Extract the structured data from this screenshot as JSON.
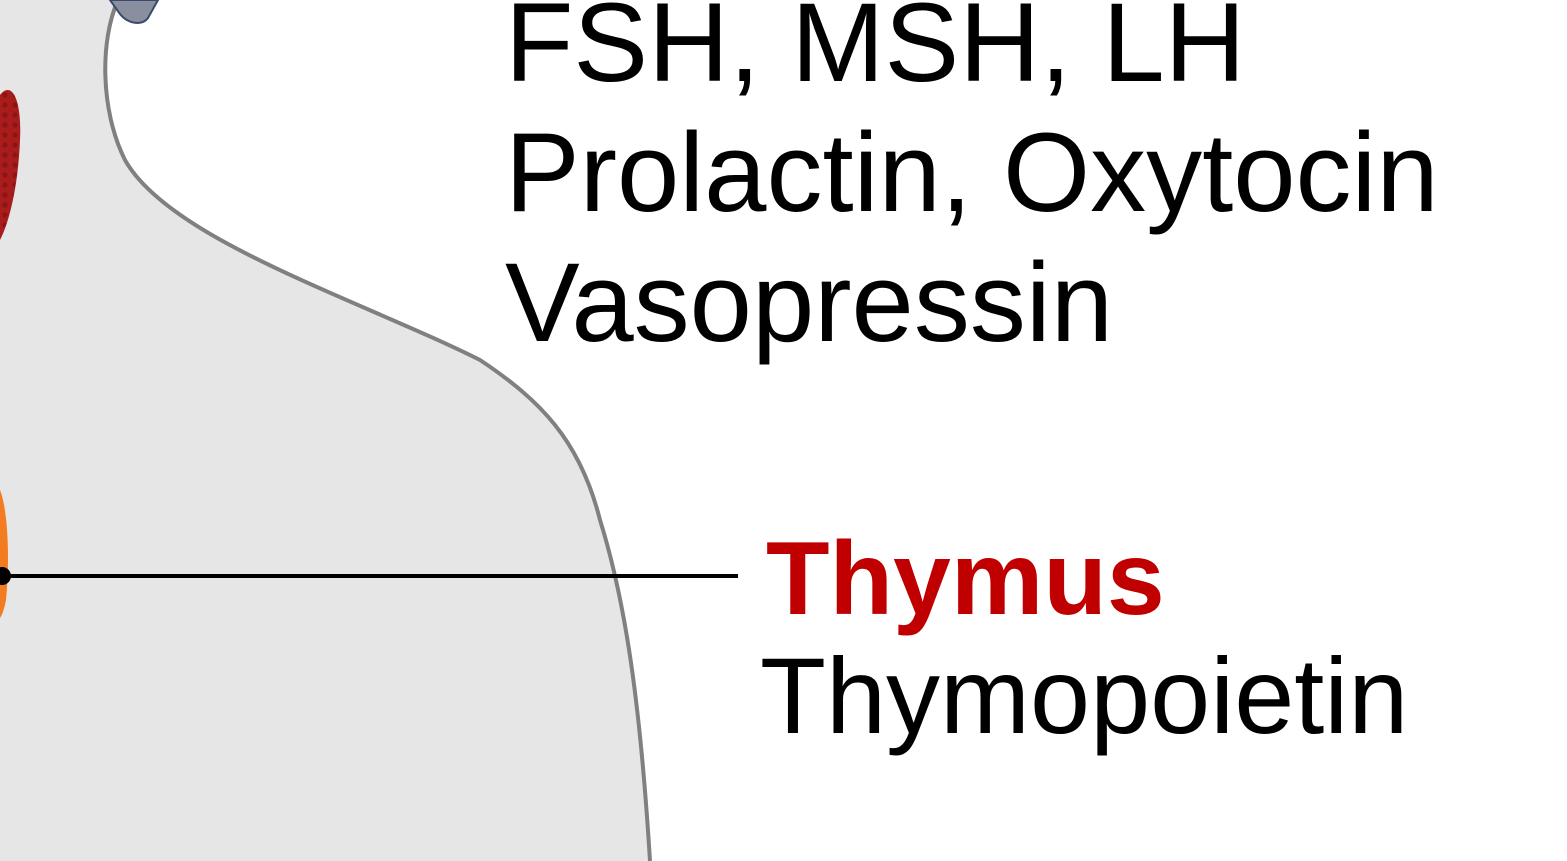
{
  "pituitary": {
    "hormone_lines": [
      "FSH, MSH, LH",
      "Prolactin, Oxytocin",
      "Vasopressin"
    ]
  },
  "thymus": {
    "title": "Thymus",
    "hormone": "Thymopoietin"
  },
  "colors": {
    "body_fill": "#e6e6e6",
    "body_outline": "#808080",
    "thymus_title": "#c00000",
    "thyroid_red": "#a81c1c",
    "thymus_orange": "#f47c20",
    "pituitary_gray": "#8a8fa0",
    "leader_line": "#000000"
  }
}
